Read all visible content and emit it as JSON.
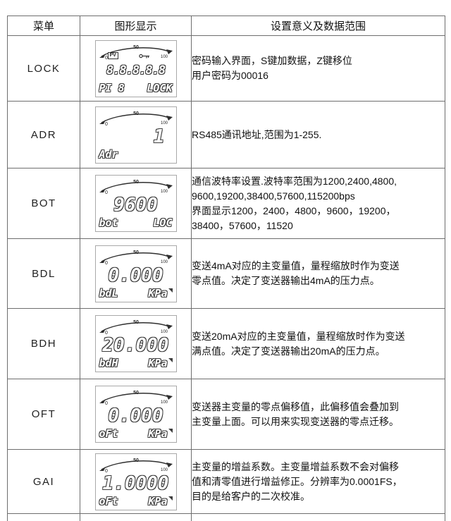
{
  "lcd_scale": {
    "left": "0",
    "mid": "50",
    "right": "100"
  },
  "table": {
    "headers": [
      "菜单",
      "图形显示",
      "设置意义及数据范围"
    ],
    "rows": [
      {
        "menu": "LOCK",
        "lcd": {
          "badge": "PV",
          "icons": [
            "pv-badge",
            "key-icon"
          ],
          "main": "8.8.8.8.8",
          "bottom_left": "PI 8",
          "bottom_right": "LOCK"
        },
        "desc": "密码输入界面，S键加数据，Z键移位\n用户密码为00016"
      },
      {
        "menu": "ADR",
        "lcd": {
          "main": "1",
          "bottom_left": "Adr",
          "bottom_right": ""
        },
        "desc": "RS485通讯地址,范围为1-255."
      },
      {
        "menu": "BOT",
        "lcd": {
          "main": "9600",
          "bottom_left": "bot",
          "bottom_right": "LOC"
        },
        "desc": "通信波特率设置.波特率范围为1200,2400,4800,\n9600,19200,38400,57600,115200bps\n界面显示1200，2400，4800，9600，19200，\n38400，57600，11520"
      },
      {
        "menu": "BDL",
        "lcd": {
          "main": "0.000",
          "bottom_left": "bdL",
          "bottom_right": "KPa"
        },
        "desc": "变送4mA对应的主变量值，量程缩放时作为变送\n零点值。决定了变送器输出4mA的压力点。"
      },
      {
        "menu": "BDH",
        "lcd": {
          "main": "20.000",
          "bottom_left": "bdH",
          "bottom_right": "KPa"
        },
        "desc": "变送20mA对应的主变量值，量程缩放时作为变送\n满点值。决定了变送器输出20mA的压力点。"
      },
      {
        "menu": "OFT",
        "lcd": {
          "main": "0.000",
          "bottom_left": "oFt",
          "bottom_right": "KPa"
        },
        "desc": "变送器主变量的零点偏移值，此偏移值会叠加到\n主变量上面。可以用来实现变送器的零点迁移。"
      },
      {
        "menu": "GAI",
        "lcd": {
          "main": "1.0000",
          "bottom_left": "oFt",
          "bottom_right": "KPa"
        },
        "desc": "主变量的增益系数。主变量增益系数不会对偏移\n值和清零值进行增益修正。分辨率为0.0001FS，\n目的是给客户的二次校准。"
      }
    ]
  }
}
